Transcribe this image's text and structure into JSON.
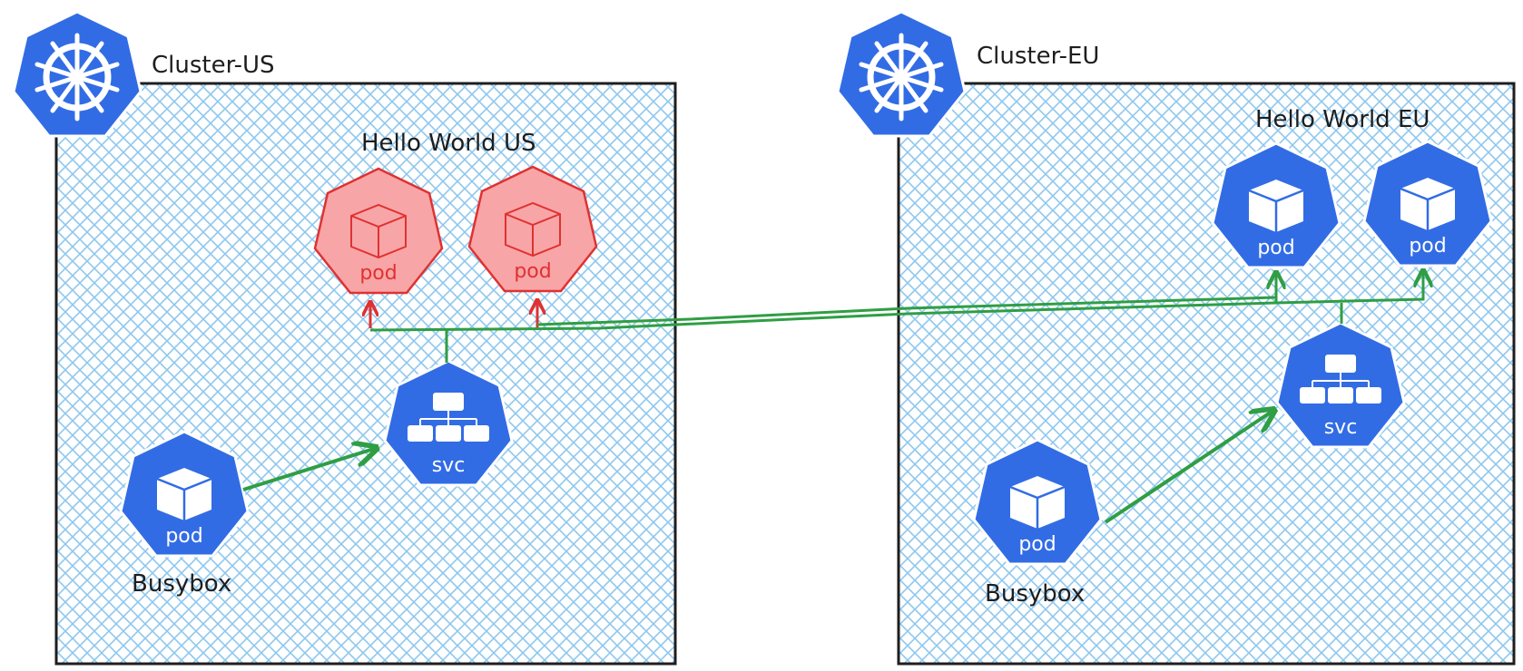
{
  "colors": {
    "k8s_blue": "#326ce5",
    "k8s_blue_light": "#3d8be8",
    "hatch": "#8fc7ee",
    "link_green": "#2f9e44",
    "failed_red": "#e03131",
    "failed_fill": "#f8a5a7",
    "border": "#1e1e1e"
  },
  "clusters": [
    {
      "id": "us",
      "label": "Cluster-US",
      "icon": "kubernetes-helm-icon",
      "group_label": "Hello World US",
      "hello_pods": [
        {
          "label": "pod",
          "state": "failed"
        },
        {
          "label": "pod",
          "state": "failed"
        }
      ],
      "service": {
        "label": "svc"
      },
      "client": {
        "pod_label": "pod",
        "name": "Busybox"
      }
    },
    {
      "id": "eu",
      "label": "Cluster-EU",
      "icon": "kubernetes-helm-icon",
      "group_label": "Hello World EU",
      "hello_pods": [
        {
          "label": "pod",
          "state": "healthy"
        },
        {
          "label": "pod",
          "state": "healthy"
        }
      ],
      "service": {
        "label": "svc"
      },
      "client": {
        "pod_label": "pod",
        "name": "Busybox"
      }
    }
  ]
}
